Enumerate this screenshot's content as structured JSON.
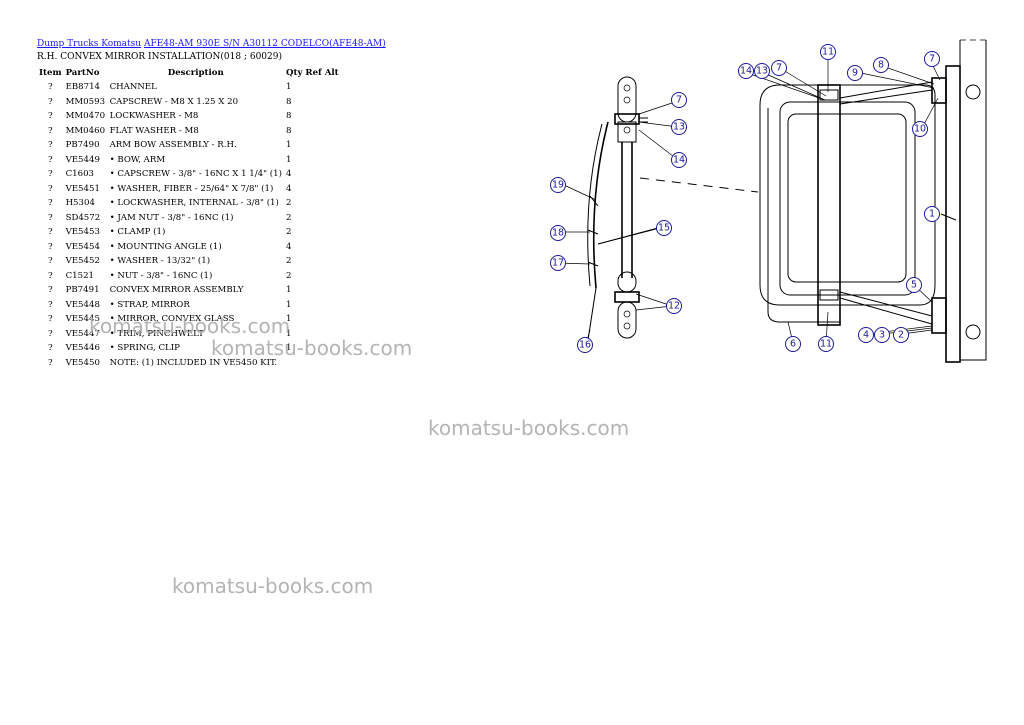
{
  "breadcrumb": {
    "link1": "Dump Trucks Komatsu",
    "link2": "AFE48-AM 930E S/N A30112 CODELCO(AFE48-AM)"
  },
  "subtitle": "R.H. CONVEX MIRROR INSTALLATION(018 ; 60029)",
  "table": {
    "headers": {
      "item": "Item",
      "part": "PartNo",
      "desc": "Description",
      "qty": "Qty Ref Alt"
    },
    "rows": [
      {
        "item": "?",
        "part": "EB8714",
        "desc": "CHANNEL",
        "qty": "1"
      },
      {
        "item": "?",
        "part": "MM0593",
        "desc": "CAPSCREW - M8 X 1.25 X 20",
        "qty": "8"
      },
      {
        "item": "?",
        "part": "MM0470",
        "desc": "LOCKWASHER - M8",
        "qty": "8"
      },
      {
        "item": "?",
        "part": "MM0460",
        "desc": "FLAT WASHER - M8",
        "qty": "8"
      },
      {
        "item": "?",
        "part": "PB7490",
        "desc": "ARM BOW ASSEMBLY - R.H.",
        "qty": "1"
      },
      {
        "item": "?",
        "part": "VE5449",
        "desc": "• BOW, ARM",
        "qty": "1"
      },
      {
        "item": "?",
        "part": "C1603",
        "desc": "• CAPSCREW - 3/8\" - 16NC X 1 1/4\" (1)",
        "qty": "4"
      },
      {
        "item": "?",
        "part": "VE5451",
        "desc": "• WASHER, FIBER - 25/64\" X 7/8\" (1)",
        "qty": "4"
      },
      {
        "item": "?",
        "part": "H5304",
        "desc": "• LOCKWASHER, INTERNAL - 3/8\" (1)",
        "qty": "2"
      },
      {
        "item": "?",
        "part": "SD4572",
        "desc": "• JAM NUT - 3/8\" - 16NC (1)",
        "qty": "2"
      },
      {
        "item": "?",
        "part": "VE5453",
        "desc": "• CLAMP (1)",
        "qty": "2"
      },
      {
        "item": "?",
        "part": "VE5454",
        "desc": "• MOUNTING ANGLE (1)",
        "qty": "4"
      },
      {
        "item": "?",
        "part": "VE5452",
        "desc": "• WASHER - 13/32\" (1)",
        "qty": "2"
      },
      {
        "item": "?",
        "part": "C1521",
        "desc": "• NUT - 3/8\" - 16NC (1)",
        "qty": "2"
      },
      {
        "item": "?",
        "part": "PB7491",
        "desc": "CONVEX MIRROR ASSEMBLY",
        "qty": "1"
      },
      {
        "item": "?",
        "part": "VE5448",
        "desc": "• STRAP, MIRROR",
        "qty": "1"
      },
      {
        "item": "?",
        "part": "VE5445",
        "desc": "• MIRROR, CONVEX GLASS",
        "qty": "1"
      },
      {
        "item": "?",
        "part": "VE5447",
        "desc": "• TRIM, PINCHWELT",
        "qty": "1"
      },
      {
        "item": "?",
        "part": "VE5446",
        "desc": "• SPRING, CLIP",
        "qty": "1"
      },
      {
        "item": "?",
        "part": "VE5450",
        "desc": "NOTE: (1) INCLUDED IN VE5450 KIT.",
        "qty": ""
      }
    ]
  },
  "watermarks": [
    "komatsu-books.com",
    "komatsu-books.com",
    "komatsu-books.com",
    "komatsu-books.com"
  ],
  "callouts": [
    "11",
    "14",
    "13",
    "7",
    "9",
    "8",
    "7",
    "10",
    "7",
    "13",
    "14",
    "19",
    "15",
    "18",
    "17",
    "12",
    "16",
    "1",
    "5",
    "6",
    "11",
    "4",
    "3",
    "2"
  ]
}
